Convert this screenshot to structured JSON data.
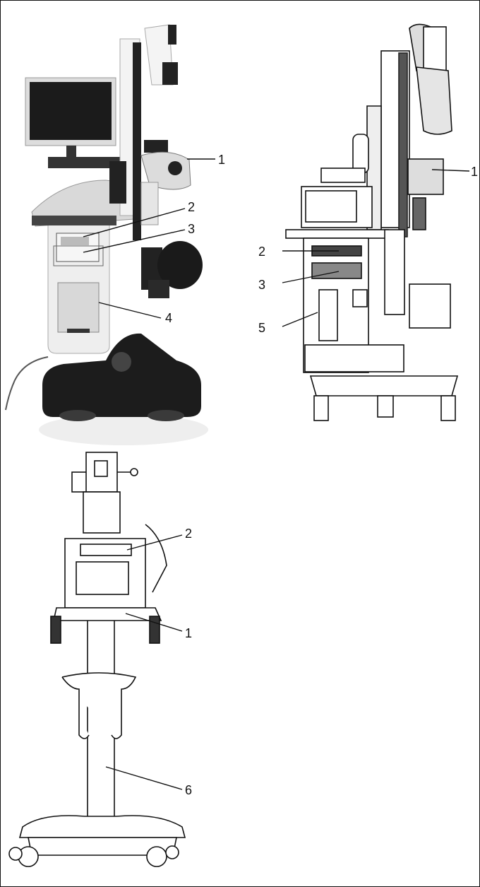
{
  "figure": {
    "colors": {
      "ink": "#111111",
      "dark": "#1c1c1c",
      "mid": "#7a7a7a",
      "light": "#e6e6e6",
      "white": "#ffffff"
    },
    "devices": [
      {
        "id": "left-microscope",
        "callouts": [
          "1",
          "2",
          "3",
          "4"
        ]
      },
      {
        "id": "right-system",
        "callouts": [
          "1",
          "2",
          "3",
          "5"
        ]
      },
      {
        "id": "bottom-stand",
        "callouts": [
          "2",
          "1",
          "6"
        ]
      }
    ]
  }
}
